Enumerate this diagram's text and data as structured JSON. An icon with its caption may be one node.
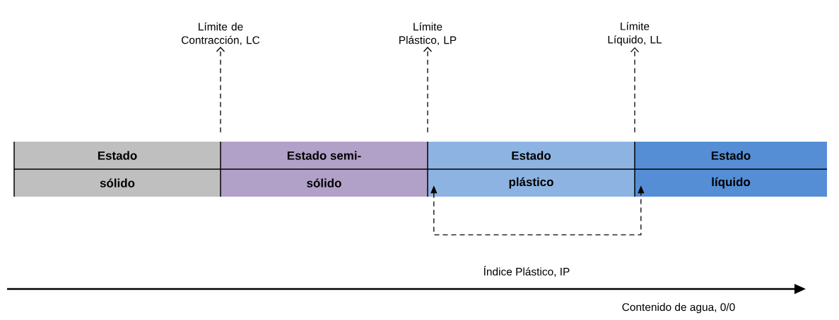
{
  "diagram": {
    "nodes": [
      {
        "text": [
          "Estado",
          "sólido"
        ]
      },
      {
        "text": [
          "Estado semi-",
          "sólido"
        ]
      },
      {
        "text": [
          "Estado",
          "plástico"
        ]
      },
      {
        "text": [
          "Estado",
          "líquido"
        ]
      },
      {
        "text": [
          "Límite de Contracción, LC"
        ]
      },
      {
        "text": [
          "Límite Plástico, LP"
        ]
      },
      {
        "text": [
          "Límite Líquido, LL"
        ]
      }
    ],
    "edges": [
      {
        "from": 0,
        "to": 4,
        "arrow": "to",
        "style": "dashed"
      },
      {
        "from": 1,
        "to": 5,
        "arrow": "to",
        "style": "dashed"
      },
      {
        "from": 3,
        "to": 6,
        "arrow": "to",
        "style": "dashed"
      },
      {
        "from": 2,
        "to": 3,
        "arrow": "both",
        "style": "dashed"
      }
    ],
    "labels": [
      "Índice Plástico, IP",
      "Contenido de agua, 0/0"
    ]
  }
}
